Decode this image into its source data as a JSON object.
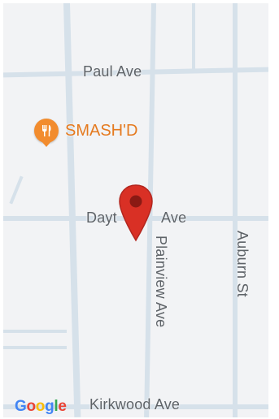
{
  "map": {
    "roads": {
      "paul_ave": "Paul Ave",
      "dayton_ave_left": "Dayt",
      "dayton_ave_right": "Ave",
      "plainview_ave": "Plainview Ave",
      "auburn_st": "Auburn St",
      "kirkwood_ave": "Kirkwood Ave"
    },
    "poi": {
      "name": "SMASH'D",
      "icon": "restaurant-icon",
      "color": "#f28c2e"
    },
    "pin": {
      "icon": "location-pin-icon",
      "color": "#d93025"
    },
    "attribution": {
      "logo_letters": [
        "G",
        "o",
        "o",
        "g",
        "l",
        "e"
      ],
      "logo_colors": [
        "#4285f4",
        "#ea4335",
        "#fbbc05",
        "#4285f4",
        "#34a853",
        "#ea4335"
      ]
    }
  }
}
